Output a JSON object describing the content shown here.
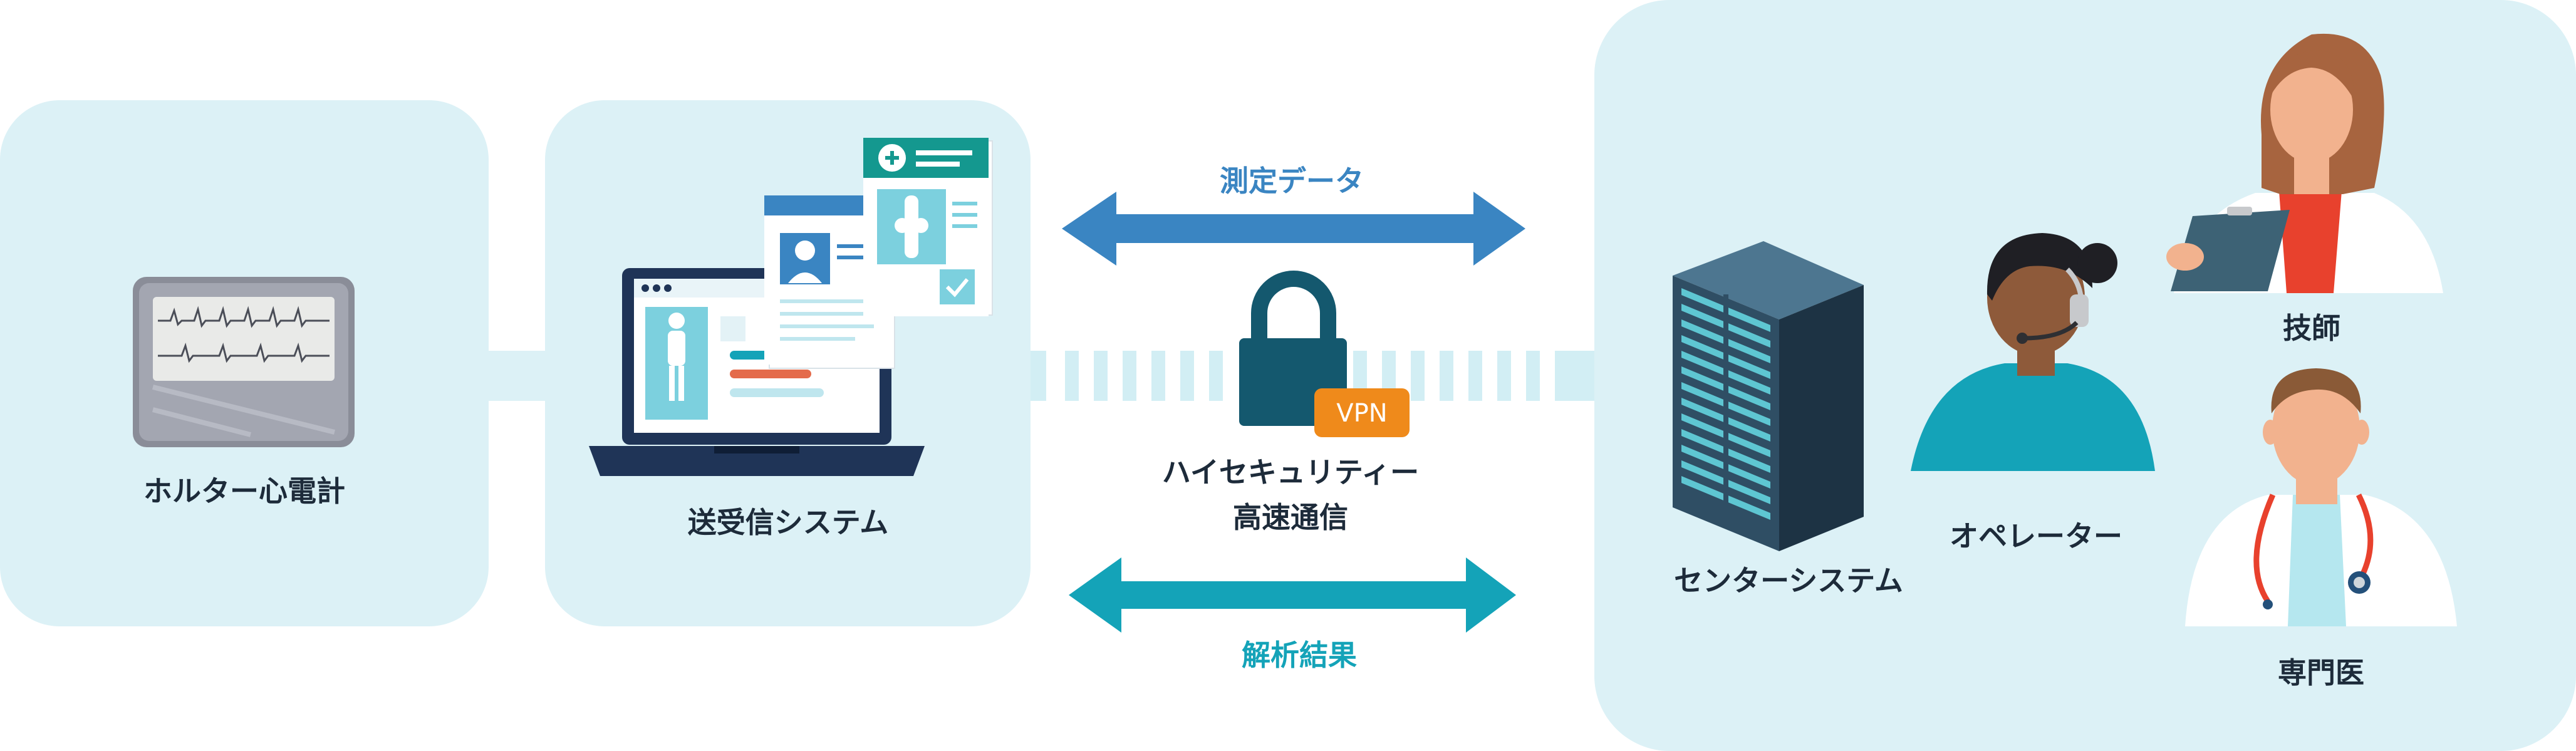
{
  "nodes": {
    "holter": {
      "label": "ホルター心電計"
    },
    "transceiver": {
      "label": "送受信システム"
    },
    "center": {
      "label": "センターシステム"
    },
    "operator": {
      "label": "オペレーター"
    },
    "technician": {
      "label": "技師"
    },
    "specialist": {
      "label": "専門医"
    }
  },
  "links": {
    "measurement": {
      "label": "測定データ"
    },
    "analysis": {
      "label": "解析結果"
    },
    "secure_line1": "ハイセキュリティー",
    "secure_line2": "高速通信",
    "vpn_badge": "VPN"
  },
  "colors": {
    "panel_bg": "#dcf1f6",
    "arrow_measurement": "#3a85c2",
    "arrow_analysis": "#14a3b8",
    "vpn_orange": "#ef8a1b",
    "lock": "#14586e",
    "server": "#2f4e64"
  }
}
